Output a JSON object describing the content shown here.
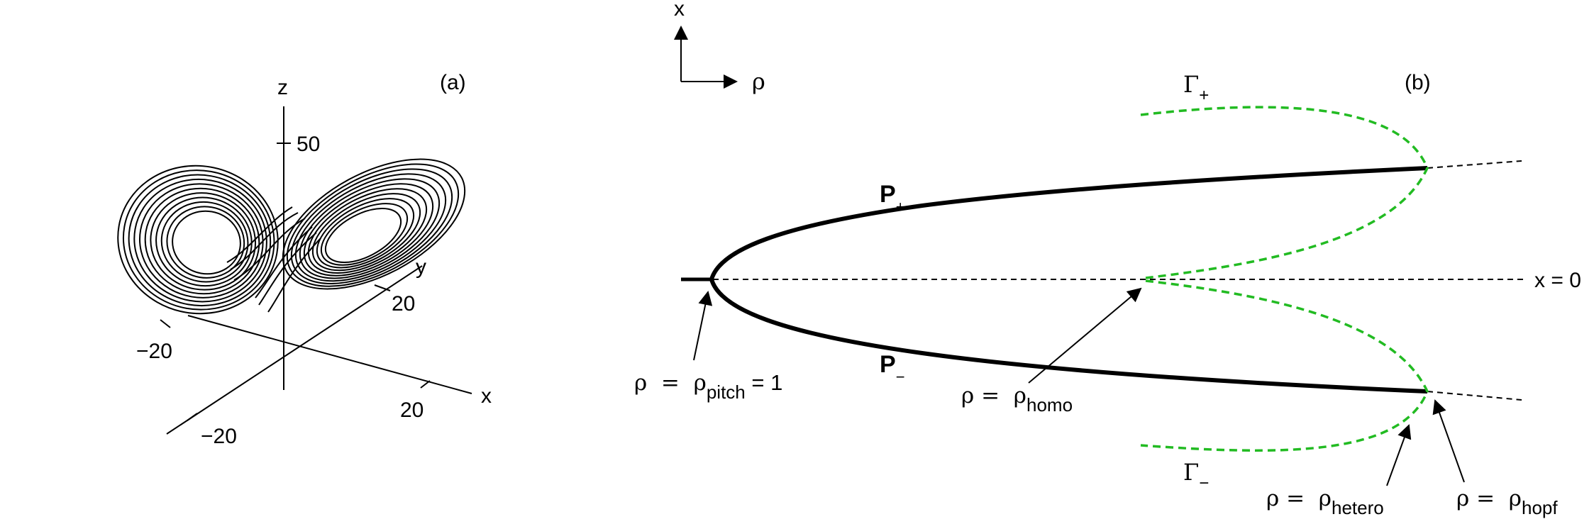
{
  "panel_a": {
    "tag": "(a)",
    "axis_x": "x",
    "axis_y": "y",
    "axis_z": "z",
    "tick_z": "50",
    "tick_y": "20",
    "tick_neg_y": "−20",
    "tick_x": "20",
    "tick_neg_x": "−20"
  },
  "panel_b": {
    "tag": "(b)",
    "orient_x": "x",
    "orient_rho": "ρ",
    "x0_label": "x = 0",
    "branch_upper": {
      "main": "P",
      "sub": "+"
    },
    "branch_lower": {
      "main": "P",
      "sub": "−"
    },
    "cycle_upper": {
      "main": "Γ",
      "sub": "+"
    },
    "cycle_lower": {
      "main": "Γ",
      "sub": "−"
    },
    "pitch": {
      "lhs": "ρ  =  ρ",
      "sub": "pitch",
      "rhs": " = 1"
    },
    "homo": {
      "lhs": "ρ =  ρ",
      "sub": "homo"
    },
    "hetero": {
      "lhs": "ρ =  ρ",
      "sub": "hetero"
    },
    "hopf": {
      "lhs": "ρ =  ρ",
      "sub": "hopf"
    },
    "colors": {
      "stable": "#000000",
      "cycle": "#22bb22"
    }
  }
}
